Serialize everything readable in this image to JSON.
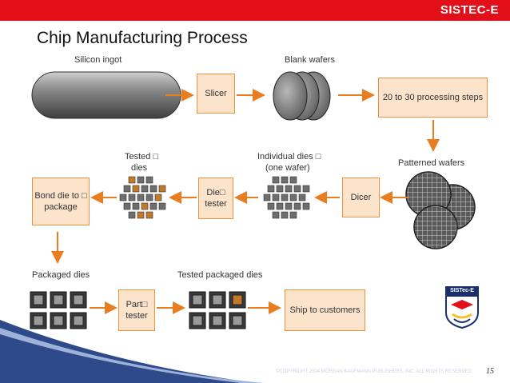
{
  "header": {
    "brand": "SISTEC-E"
  },
  "slide": {
    "title": "Chip Manufacturing Process",
    "page_number": "15"
  },
  "footer": {
    "copyright": "©COPYRIGHT 2004 MORGAN KAUFMANN PUBLISHERS, INC. ALL RIGHTS RESERVED"
  },
  "labels": {
    "silicon_ingot": "Silicon ingot",
    "blank_wafers": "Blank wafers",
    "tested_dies_1": "Tested □",
    "tested_dies_2": "dies",
    "individual_dies_1": "Individual dies □",
    "individual_dies_2": "(one wafer)",
    "patterned_wafers": "Patterned wafers",
    "packaged_dies": "Packaged dies",
    "tested_packaged_dies": "Tested packaged dies"
  },
  "steps": {
    "slicer": "Slicer",
    "processing": "20 to 30 processing steps",
    "dicer": "Dicer",
    "die_tester_1": "Die□",
    "die_tester_2": "tester",
    "bond_1": "Bond die to □",
    "bond_2": "package",
    "part_tester_1": "Part□",
    "part_tester_2": "tester",
    "ship": "Ship to customers"
  },
  "logo": {
    "text": "SISTec-E"
  },
  "colors": {
    "header_red": "#e3101a",
    "box_fill": "#fbe3cc",
    "box_border": "#f0913b",
    "arrow": "#e87d22",
    "die_gray": "#6e6e6e",
    "die_bad": "#c07a2a"
  }
}
